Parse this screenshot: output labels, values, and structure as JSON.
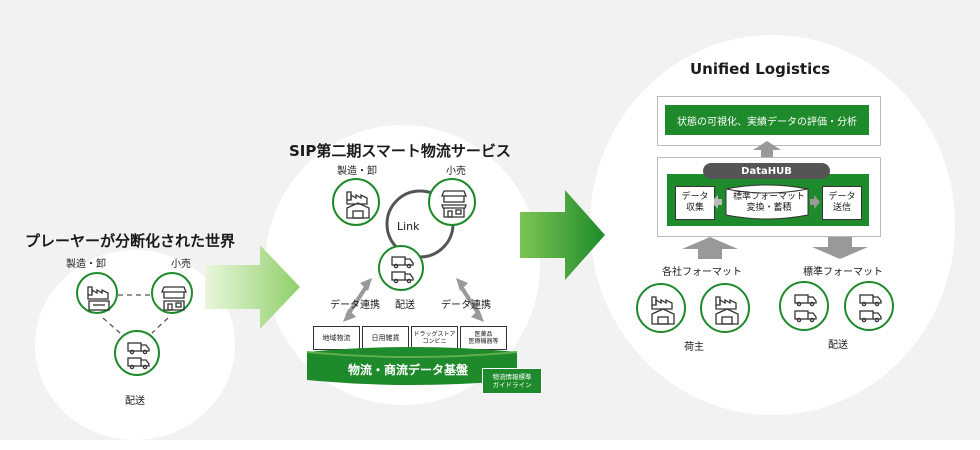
{
  "left": {
    "title": "プレーヤーが分断化された世界",
    "manufacturer": "製造・卸",
    "retail": "小売",
    "delivery": "配送"
  },
  "middle": {
    "title": "SIP第二期スマート物流サービス",
    "manufacturer": "製造・卸",
    "retail": "小売",
    "link": "Link",
    "delivery": "配送",
    "data_link_left": "データ連携",
    "data_link_right": "データ連携",
    "boxes": [
      "地域物流",
      "日用雑貨",
      "ドラッグストア\nコンビニ",
      "医薬品\n医療機器等"
    ],
    "platform": "物流・商流データ基盤",
    "guideline": "物流情報標準\nガイドライン"
  },
  "right": {
    "title": "Unified Logistics",
    "analysis": "状態の可視化、実績データの評価・分析",
    "datahub": "DataHUB",
    "collect": "データ\n収集",
    "convert": "標準フォーマット\n変換・蓄積",
    "send": "データ\n送信",
    "each_format": "各社フォーマット",
    "std_format": "標準フォーマット",
    "shipper": "荷主",
    "delivery": "配送"
  },
  "colors": {
    "green": "#1e8a2b",
    "light_green": "#a8d98a",
    "background": "#f2f2f2"
  }
}
